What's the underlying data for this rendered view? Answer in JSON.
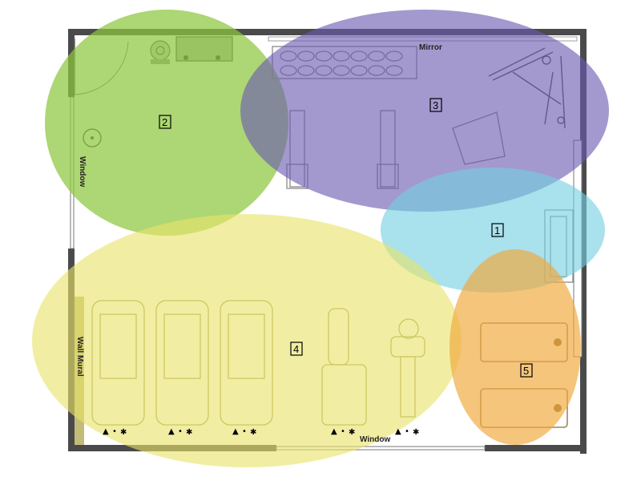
{
  "plan": {
    "labels": {
      "mirror": "Mirror",
      "window_left": "Window",
      "window_bottom": "Window",
      "wall_mural": "Wall Mural"
    },
    "zones": [
      {
        "id": "1",
        "label": "1",
        "color": "#74cfe0"
      },
      {
        "id": "2",
        "label": "2",
        "color": "#8dc63f"
      },
      {
        "id": "3",
        "label": "3",
        "color": "#6b5bb0"
      },
      {
        "id": "4",
        "label": "4",
        "color": "#e8e36a"
      },
      {
        "id": "5",
        "label": "5",
        "color": "#f0a93e"
      }
    ],
    "symbols": {
      "triangle": "▲",
      "dot": "•",
      "asterisk": "✱"
    },
    "colors": {
      "wall": "#5a5a5a",
      "floor": "#ffffff"
    }
  }
}
